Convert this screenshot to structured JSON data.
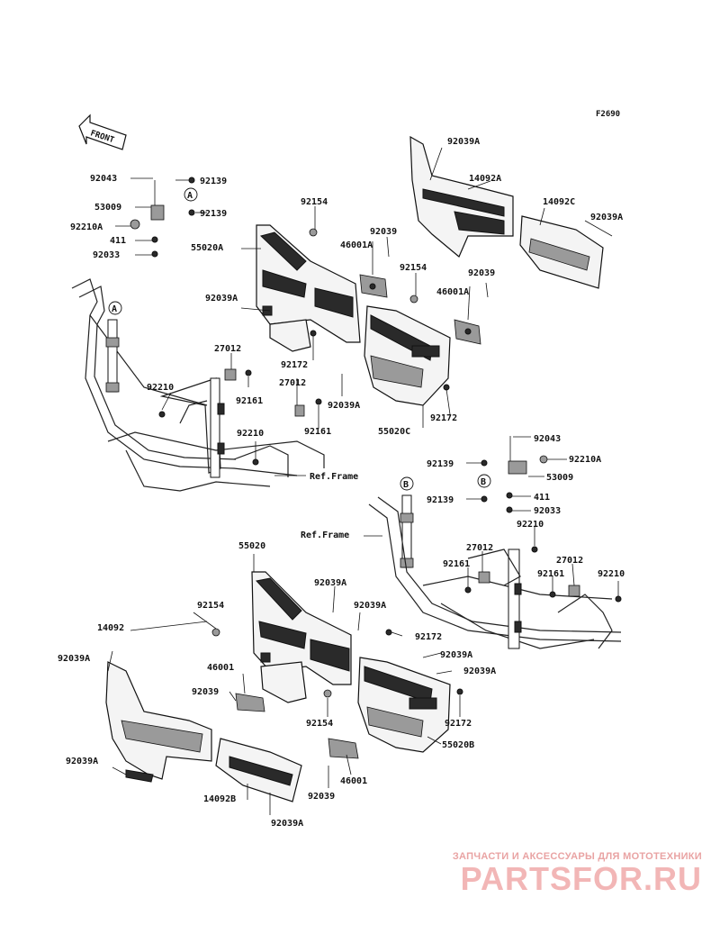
{
  "figure_code": "F2690",
  "front_label": "FRONT",
  "ref_frame": "Ref.Frame",
  "markers": {
    "a": "A",
    "b": "B"
  },
  "labels": {
    "l01": "92039A",
    "l02": "14092A",
    "l03": "14092C",
    "l04": "92039A",
    "l05": "92043",
    "l06": "92139",
    "l07": "53009",
    "l08": "92139",
    "l09": "92210A",
    "l10": "411",
    "l11": "92033",
    "l12": "92154",
    "l13": "92039",
    "l14": "55020A",
    "l15": "46001A",
    "l16": "92154",
    "l17": "92039",
    "l18": "46001A",
    "l19": "92039A",
    "l20": "92172",
    "l21": "27012",
    "l22": "92210",
    "l23": "92161",
    "l24": "27012",
    "l25": "92039A",
    "l26": "92161",
    "l27": "92172",
    "l28": "55020C",
    "l29": "92210",
    "l30": "92043",
    "l31": "92210A",
    "l32": "92139",
    "l33": "53009",
    "l34": "92139",
    "l35": "411",
    "l36": "92033",
    "l37": "92210",
    "l38": "27012",
    "l39": "27012",
    "l40": "92161",
    "l41": "92161",
    "l42": "92210",
    "l43": "55020",
    "l44": "92039A",
    "l45": "92154",
    "l46": "92039A",
    "l47": "14092",
    "l48": "92172",
    "l49": "92039A",
    "l50": "92039A",
    "l51": "46001",
    "l52": "92039A",
    "l53": "92039",
    "l54": "92154",
    "l55": "92172",
    "l56": "55020B",
    "l57": "92039A",
    "l58": "46001",
    "l59": "92039",
    "l60": "14092B",
    "l61": "92039A"
  },
  "watermark": {
    "top": "ЗАПЧАСТИ И АКСЕССУАРЫ ДЛЯ МОТОТЕХНИКИ",
    "brand": "PARTSFOR.RU"
  }
}
